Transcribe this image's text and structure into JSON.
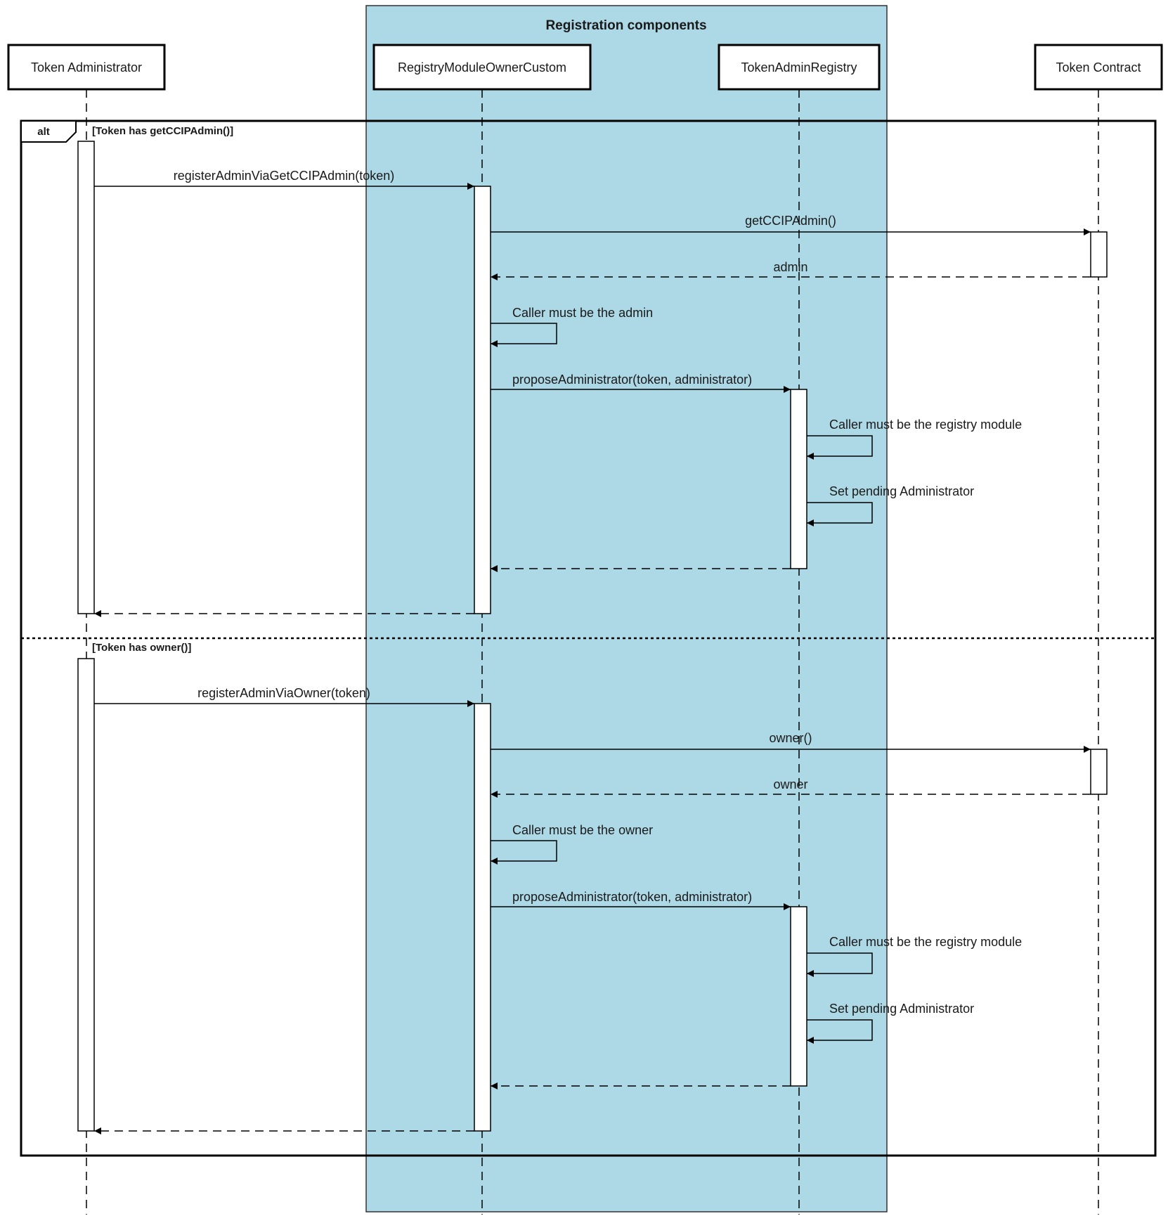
{
  "group": {
    "title": "Registration components",
    "color": "#add8e6"
  },
  "participants": [
    {
      "id": "admin",
      "name": "Token Administrator"
    },
    {
      "id": "module",
      "name": "RegistryModuleOwnerCustom"
    },
    {
      "id": "registry",
      "name": "TokenAdminRegistry"
    },
    {
      "id": "token",
      "name": "Token Contract"
    }
  ],
  "alt": {
    "keyword": "alt",
    "conditions": [
      "[Token has getCCIPAdmin()]",
      "[Token has owner()]"
    ]
  },
  "messages": [
    {
      "from": "admin",
      "to": "module",
      "label": "registerAdminViaGetCCIPAdmin(token)",
      "type": "sync"
    },
    {
      "from": "module",
      "to": "token",
      "label": "getCCIPAdmin()",
      "type": "sync"
    },
    {
      "from": "token",
      "to": "module",
      "label": "admin",
      "type": "return"
    },
    {
      "from": "module",
      "to": "module",
      "label": "Caller must be the admin",
      "type": "self"
    },
    {
      "from": "module",
      "to": "registry",
      "label": "proposeAdministrator(token, administrator)",
      "type": "sync"
    },
    {
      "from": "registry",
      "to": "registry",
      "label": "Caller must be the registry module",
      "type": "self"
    },
    {
      "from": "registry",
      "to": "registry",
      "label": "Set pending Administrator",
      "type": "self"
    },
    {
      "from": "registry",
      "to": "module",
      "label": "",
      "type": "return"
    },
    {
      "from": "module",
      "to": "admin",
      "label": "",
      "type": "return"
    },
    {
      "from": "admin",
      "to": "module",
      "label": "registerAdminViaOwner(token)",
      "type": "sync"
    },
    {
      "from": "module",
      "to": "token",
      "label": "owner()",
      "type": "sync"
    },
    {
      "from": "token",
      "to": "module",
      "label": "owner",
      "type": "return"
    },
    {
      "from": "module",
      "to": "module",
      "label": "Caller must be the owner",
      "type": "self"
    },
    {
      "from": "module",
      "to": "registry",
      "label": "proposeAdministrator(token, administrator)",
      "type": "sync"
    },
    {
      "from": "registry",
      "to": "registry",
      "label": "Caller must be the registry module",
      "type": "self"
    },
    {
      "from": "registry",
      "to": "registry",
      "label": "Set pending Administrator",
      "type": "self"
    },
    {
      "from": "registry",
      "to": "module",
      "label": "",
      "type": "return"
    },
    {
      "from": "module",
      "to": "admin",
      "label": "",
      "type": "return"
    }
  ]
}
